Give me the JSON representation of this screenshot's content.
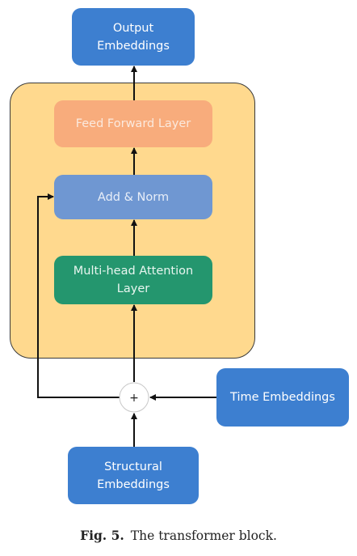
{
  "diagram": {
    "nodes": {
      "output": "Output Embeddings",
      "feed_forward": "Feed Forward Layer",
      "add_norm": "Add & Norm",
      "attention": "Multi-head Attention Layer",
      "time": "Time Embeddings",
      "structural": "Structural Embeddings",
      "sum_symbol": "+"
    },
    "colors": {
      "container": "#ffd98e",
      "embeddings": "#3d7fd0",
      "feed_forward": "#f8ac7c",
      "add_norm": "#6f97d2",
      "attention": "#24966e",
      "arrow": "#111111"
    }
  },
  "caption": {
    "label": "Fig. 5.",
    "text": "The transformer block."
  }
}
